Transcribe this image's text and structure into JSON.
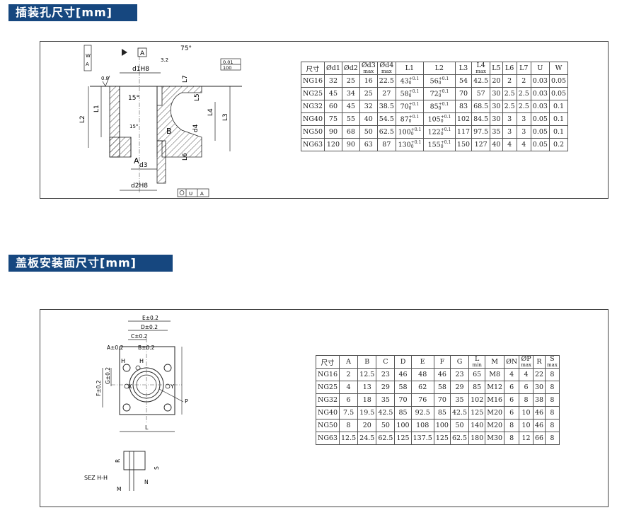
{
  "section1": {
    "title": "插装孔尺寸[mm]",
    "drawing_labels": {
      "datum_a": "A",
      "dim_d1": "d1H8",
      "dim_l1": "L1",
      "dim_l2": "L2",
      "dim_l3": "L3",
      "dim_l4": "L4",
      "dim_l5": "L5",
      "dim_l6": "L6",
      "dim_l7": "L7",
      "dim_d3": "d3",
      "dim_d4": "d4",
      "dim_d2": "d2H8",
      "angle_15a": "15°",
      "angle_15b": "15°",
      "angle_75": "75°",
      "rough_08": "0.8",
      "rough_32": "3.2",
      "flat_1": "0.01",
      "flat_2": "100",
      "zone_b": "B",
      "zone_a": "A",
      "vframe": [
        "W",
        "A"
      ],
      "hframe": [
        "U",
        "A"
      ]
    },
    "table": {
      "headers": [
        {
          "main": "尺寸"
        },
        {
          "main": "Ød1"
        },
        {
          "main": "Ød2"
        },
        {
          "main": "Ød3",
          "sub": "max"
        },
        {
          "main": "Ød4",
          "sub": "max"
        },
        {
          "main": "L1"
        },
        {
          "main": "L2"
        },
        {
          "main": "L3"
        },
        {
          "main": "L4",
          "sub": "max"
        },
        {
          "main": "L5"
        },
        {
          "main": "L6"
        },
        {
          "main": "L7"
        },
        {
          "main": "U"
        },
        {
          "main": "W"
        }
      ],
      "tol_plus": "+0.1",
      "tol_zero": "0",
      "rows": [
        [
          "NG16",
          "32",
          "25",
          "16",
          "22.5",
          "43",
          "56",
          "54",
          "42.5",
          "20",
          "2",
          "2",
          "0.03",
          "0.05"
        ],
        [
          "NG25",
          "45",
          "34",
          "25",
          "27",
          "58",
          "72",
          "70",
          "57",
          "30",
          "2.5",
          "2.5",
          "0.03",
          "0.05"
        ],
        [
          "NG32",
          "60",
          "45",
          "32",
          "38.5",
          "70",
          "85",
          "83",
          "68.5",
          "30",
          "2.5",
          "2.5",
          "0.03",
          "0.1"
        ],
        [
          "NG40",
          "75",
          "55",
          "40",
          "54.5",
          "87",
          "105",
          "102",
          "84.5",
          "30",
          "3",
          "3",
          "0.05",
          "0.1"
        ],
        [
          "NG50",
          "90",
          "68",
          "50",
          "62.5",
          "100",
          "122",
          "117",
          "97.5",
          "35",
          "3",
          "3",
          "0.05",
          "0.1"
        ],
        [
          "NG63",
          "120",
          "90",
          "63",
          "87",
          "130",
          "155",
          "150",
          "127",
          "40",
          "4",
          "4",
          "0.05",
          "0.2"
        ]
      ]
    }
  },
  "section2": {
    "title": "盖板安装面尺寸[mm]",
    "drawing_labels": {
      "dim_e": "E±0.2",
      "dim_d": "D±0.2",
      "dim_c": "C±0.2",
      "dim_a": "A±0.2",
      "dim_b": "B±0.2",
      "dim_f": "F±0.2",
      "dim_g": "G±0.2",
      "dim_l": "L",
      "label_h1": "H",
      "label_h2": "H",
      "label_x": "X",
      "label_y": "Y",
      "label_p": "P",
      "label_r": "R",
      "label_s": "S",
      "label_m": "M",
      "label_n": "N",
      "section": "SEZ H-H"
    },
    "table": {
      "headers": [
        {
          "main": "尺寸"
        },
        {
          "main": "A"
        },
        {
          "main": "B"
        },
        {
          "main": "C"
        },
        {
          "main": "D"
        },
        {
          "main": "E"
        },
        {
          "main": "F"
        },
        {
          "main": "G"
        },
        {
          "main": "L",
          "sub": "min"
        },
        {
          "main": "M"
        },
        {
          "main": "ØN"
        },
        {
          "main": "ØP",
          "sub": "max"
        },
        {
          "main": "R"
        },
        {
          "main": "S",
          "sub": "max"
        }
      ],
      "rows": [
        [
          "NG16",
          "2",
          "12.5",
          "23",
          "46",
          "48",
          "46",
          "23",
          "65",
          "M8",
          "4",
          "4",
          "22",
          "8"
        ],
        [
          "NG25",
          "4",
          "13",
          "29",
          "58",
          "62",
          "58",
          "29",
          "85",
          "M12",
          "6",
          "6",
          "30",
          "8"
        ],
        [
          "NG32",
          "6",
          "18",
          "35",
          "70",
          "76",
          "70",
          "35",
          "102",
          "M16",
          "6",
          "8",
          "38",
          "8"
        ],
        [
          "NG40",
          "7.5",
          "19.5",
          "42.5",
          "85",
          "92.5",
          "85",
          "42.5",
          "125",
          "M20",
          "6",
          "10",
          "46",
          "8"
        ],
        [
          "NG50",
          "8",
          "20",
          "50",
          "100",
          "108",
          "100",
          "50",
          "140",
          "M20",
          "8",
          "10",
          "46",
          "8"
        ],
        [
          "NG63",
          "12.5",
          "24.5",
          "62.5",
          "125",
          "137.5",
          "125",
          "62.5",
          "180",
          "M30",
          "8",
          "12",
          "66",
          "8"
        ]
      ]
    }
  }
}
